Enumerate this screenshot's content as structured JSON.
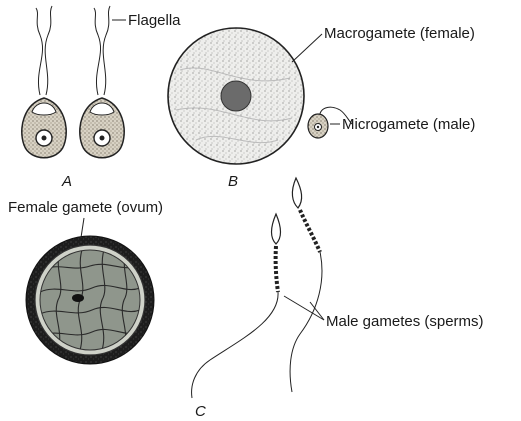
{
  "diagram": {
    "labels": {
      "flagella": "Flagella",
      "macrogamete": "Macrogamete (female)",
      "microgamete": "Microgamete (male)",
      "female_gamete": "Female gamete (ovum)",
      "male_gametes": "Male gametes (sperms)"
    },
    "parts": {
      "a": "A",
      "b": "B",
      "c": "C"
    }
  }
}
